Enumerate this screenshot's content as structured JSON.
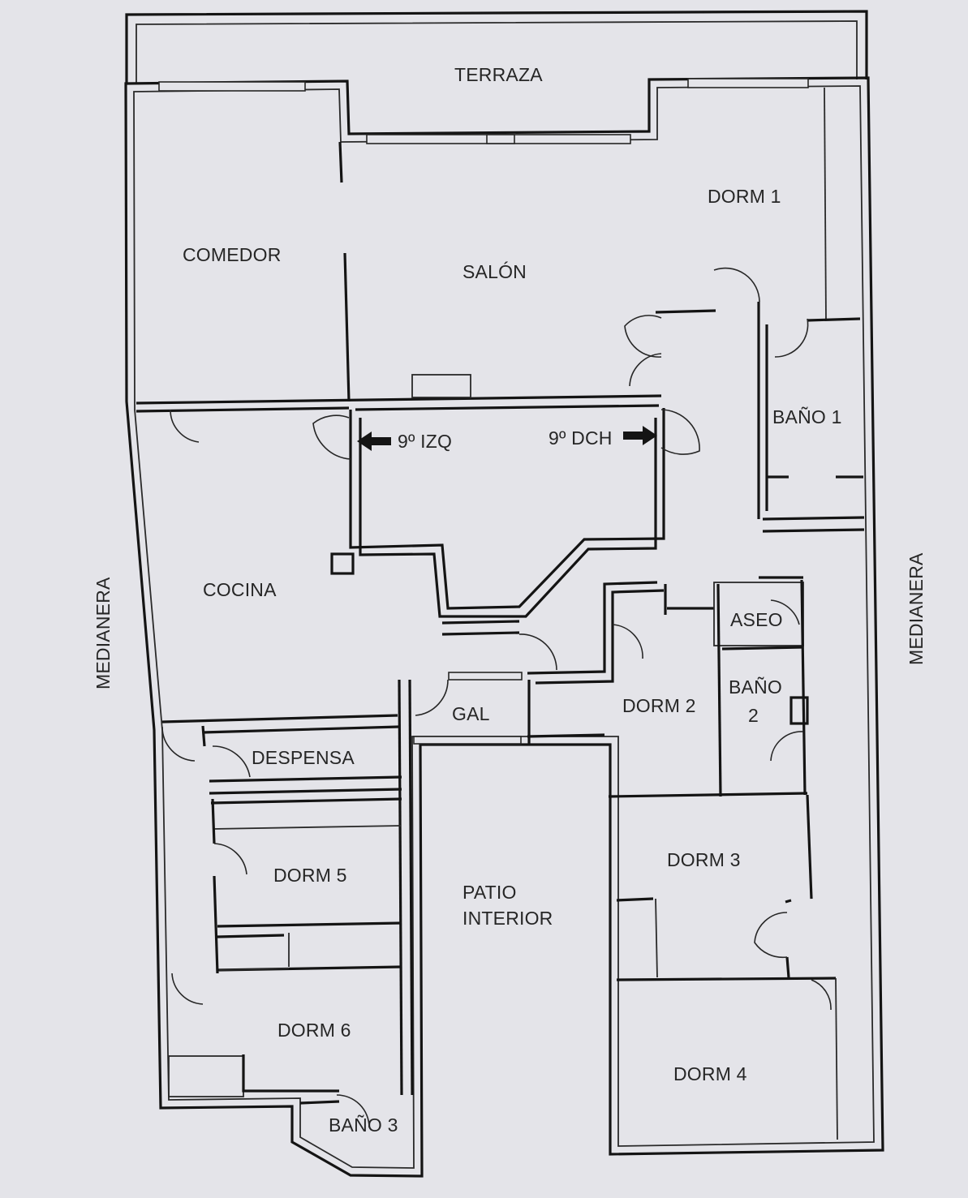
{
  "plan": {
    "exterior": {
      "terraza": "TERRAZA",
      "left_side": "MEDIANERA",
      "right_side": "MEDIANERA"
    },
    "rooms": {
      "comedor": "COMEDOR",
      "salon": "SALÓN",
      "dorm1": "DORM 1",
      "bano1": "BAÑO 1",
      "cocina": "COCINA",
      "aseo": "ASEO",
      "dorm2": "DORM 2",
      "bano2_line1": "BAÑO",
      "bano2_line2": "2",
      "gal": "GAL",
      "despensa": "DESPENSA",
      "dorm5": "DORM 5",
      "patio_line1": "PATIO",
      "patio_line2": "INTERIOR",
      "dorm3": "DORM 3",
      "dorm6": "DORM 6",
      "dorm4": "DORM 4",
      "bano3": "BAÑO 3"
    },
    "landing": {
      "left_label": "9º IZQ",
      "right_label": "9º DCH"
    }
  }
}
